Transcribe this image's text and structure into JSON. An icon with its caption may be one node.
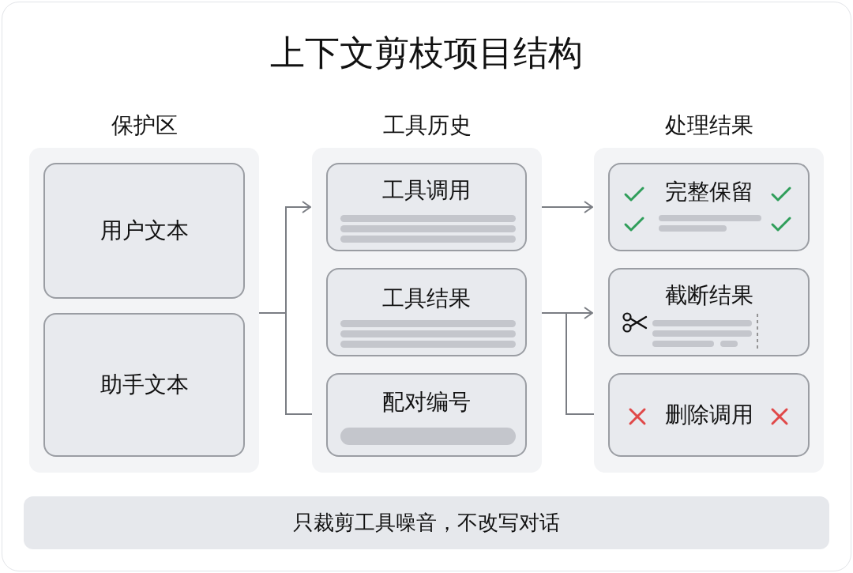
{
  "diagram": {
    "title": "上下文剪枝项目结构",
    "nodes": [
      {
        "text": [
          "保护区"
        ]
      },
      {
        "text": [
          "用户文本"
        ],
        "in": 0
      },
      {
        "text": [
          "助手文本"
        ],
        "in": 0
      },
      {
        "text": [
          "工具历史"
        ]
      },
      {
        "text": [
          "工具调用"
        ],
        "in": 3
      },
      {
        "text": [
          "工具结果"
        ],
        "in": 3
      },
      {
        "text": [
          "配对编号"
        ],
        "in": 3
      },
      {
        "text": [
          "处理结果"
        ]
      },
      {
        "text": [
          "完整保留"
        ],
        "in": 7
      },
      {
        "text": [
          "截断结果"
        ],
        "in": 7
      },
      {
        "text": [
          "删除调用"
        ],
        "in": 7
      },
      {
        "text": [
          "只裁剪工具噪音，不改写对话"
        ]
      }
    ],
    "edges": [
      {
        "from": 0,
        "to": 4,
        "arrow": "to"
      },
      {
        "from": 0,
        "to": 6,
        "arrow": "none"
      },
      {
        "from": 4,
        "to": 8,
        "arrow": "to"
      },
      {
        "from": 5,
        "to": 9,
        "arrow": "to"
      },
      {
        "from": 5,
        "to": 10,
        "arrow": "none"
      }
    ]
  }
}
